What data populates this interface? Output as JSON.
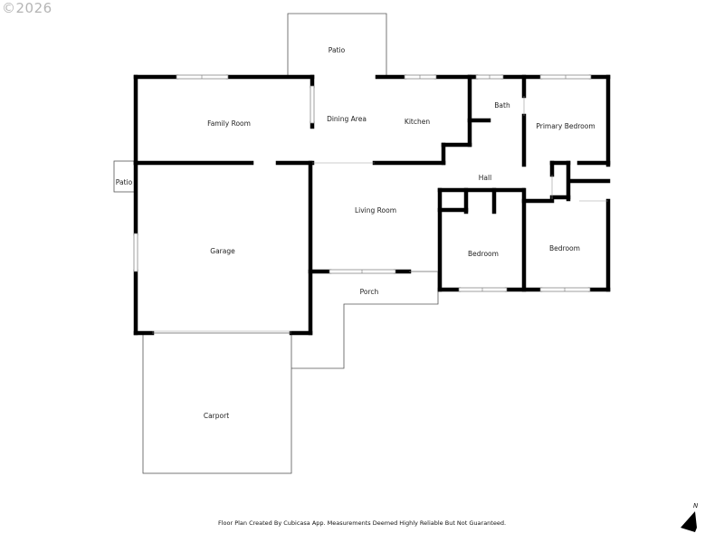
{
  "watermark": "©2026",
  "rooms": {
    "patio_top": "Patio",
    "family_room": "Family Room",
    "dining_area": "Dining Area",
    "kitchen": "Kitchen",
    "bath": "Bath",
    "primary_bedroom": "Primary Bedroom",
    "hall": "Hall",
    "patio_side": "Patio",
    "living_room": "Living Room",
    "garage": "Garage",
    "bedroom_1": "Bedroom",
    "bedroom_2": "Bedroom",
    "porch": "Porch",
    "carport": "Carport"
  },
  "footer": "Floor Plan Created By Cubicasa App. Measurements Deemed Highly Reliable But Not Guaranteed.",
  "north_label": "N"
}
